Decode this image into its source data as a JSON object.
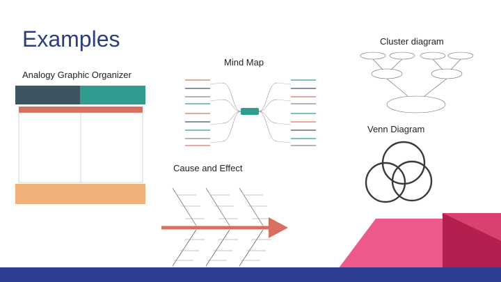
{
  "slide": {
    "title": "Examples",
    "labels": {
      "cluster": "Cluster diagram",
      "mindmap": "Mind Map",
      "analogy": "Analogy Graphic Organizer",
      "venn": "Venn Diagram",
      "cause": "Cause and Effect"
    }
  },
  "colors": {
    "title": "#2d3f7a",
    "bar": "#2e3f91",
    "teal": "#2f9c8f",
    "slate": "#3d5560",
    "salmon": "#d9705f",
    "orange": "#f0b27a",
    "pink": "#ee5b8a",
    "crimson": "#b3204f"
  }
}
